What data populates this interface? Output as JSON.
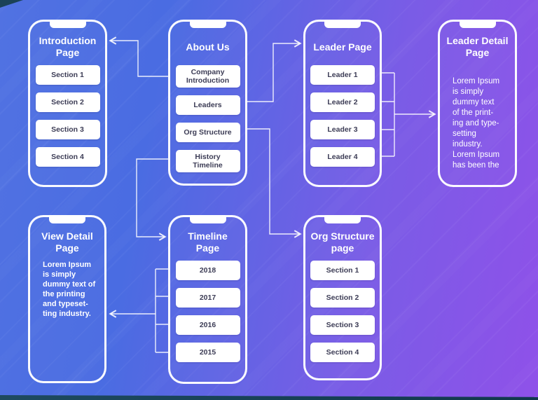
{
  "colors": {
    "background_gradient_start": "#5172e2",
    "background_gradient_end": "#8f51e9",
    "dark_accent": "#1b4257",
    "phone_outline": "#ffffff",
    "button_background": "#ffffff",
    "button_text": "#3c3c55",
    "connector": "#ffffff"
  },
  "phones": [
    {
      "id": "introduction-page",
      "title": "Introduction\nPage",
      "buttons": [
        "Section 1",
        "Section 2",
        "Section 3",
        "Section 4"
      ]
    },
    {
      "id": "about-us",
      "title": "About Us",
      "buttons": [
        "Company\nIntroduction",
        "Leaders",
        "Org Structure",
        "History\nTimeline"
      ]
    },
    {
      "id": "leader-page",
      "title": "Leader Page",
      "buttons": [
        "Leader 1",
        "Leader 2",
        "Leader 3",
        "Leader 4"
      ]
    },
    {
      "id": "leader-detail-page",
      "title": "Leader Detail\nPage",
      "body": "Lorem Ipsum\nis simply\ndummy text\nof the print-\ning and type-\nsetting\nindustry.\nLorem Ipsum\nhas been the"
    },
    {
      "id": "view-detail-page",
      "title": "View Detail\nPage",
      "body": "Lorem Ipsum\nis simply\ndummy text of\nthe printing\nand typeset-\nting industry."
    },
    {
      "id": "timeline-page",
      "title": "Timeline\nPage",
      "buttons": [
        "2018",
        "2017",
        "2016",
        "2015"
      ]
    },
    {
      "id": "org-structure-page",
      "title": "Org Structure\npage",
      "buttons": [
        "Section 1",
        "Section 2",
        "Section 3",
        "Section 4"
      ]
    }
  ],
  "connectors": [
    {
      "name": "about-us-to-introduction-page"
    },
    {
      "name": "about-us-to-leader-page"
    },
    {
      "name": "about-us-to-org-structure-page"
    },
    {
      "name": "about-us-to-timeline-page"
    },
    {
      "name": "leader-page-to-leader-detail-page"
    },
    {
      "name": "timeline-page-to-view-detail-page"
    }
  ]
}
